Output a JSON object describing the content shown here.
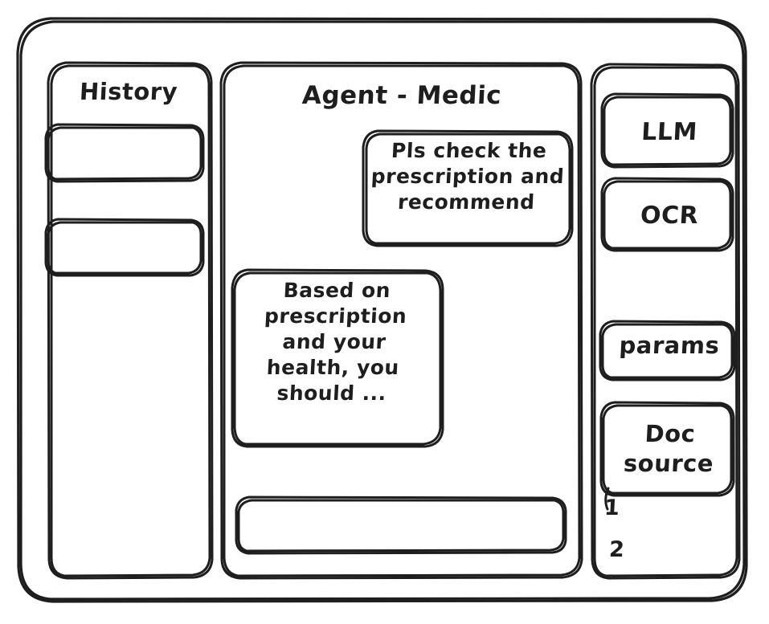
{
  "app": {
    "style": "hand-drawn-wireframe",
    "stroke_color": "#1e1e1e",
    "background_color": "#ffffff"
  },
  "sidebar": {
    "title": "History",
    "items": [
      {
        "label": ""
      },
      {
        "label": ""
      }
    ]
  },
  "main": {
    "title": "Agent - Medic",
    "messages": [
      {
        "role": "user",
        "text": "Pls check the prescription and recommend"
      },
      {
        "role": "assistant",
        "text": "Based on prescription and your health, you should ..."
      }
    ],
    "composer": {
      "value": "",
      "placeholder": ""
    }
  },
  "right_rail": {
    "tools": [
      {
        "label": "LLM"
      },
      {
        "label": "OCR"
      },
      {
        "label": "params"
      },
      {
        "label": "Doc source"
      }
    ],
    "doc_list": [
      {
        "label": "1"
      },
      {
        "label": "2"
      }
    ]
  }
}
